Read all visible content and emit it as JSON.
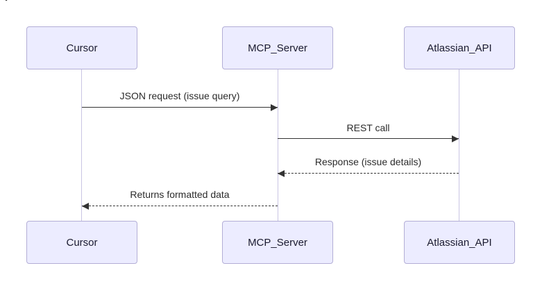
{
  "diagram": {
    "type": "sequence",
    "actors": [
      {
        "name": "Cursor"
      },
      {
        "name": "MCP_Server"
      },
      {
        "name": "Atlassian_API"
      }
    ],
    "messages": [
      {
        "from": "Cursor",
        "to": "MCP_Server",
        "label": "JSON request (issue query)",
        "style": "solid"
      },
      {
        "from": "MCP_Server",
        "to": "Atlassian_API",
        "label": "REST call",
        "style": "solid"
      },
      {
        "from": "Atlassian_API",
        "to": "MCP_Server",
        "label": "Response (issue details)",
        "style": "dashed"
      },
      {
        "from": "MCP_Server",
        "to": "Cursor",
        "label": "Returns formatted data",
        "style": "dashed"
      }
    ],
    "colors": {
      "actor_fill": "#ECECFF",
      "actor_border": "#b3aed6",
      "lifeline": "#c9c5e4",
      "arrow": "#333333",
      "text": "#2b2b2b"
    }
  }
}
